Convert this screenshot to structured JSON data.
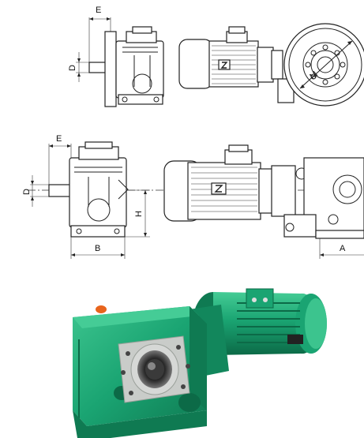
{
  "view1": {
    "dim_E": "E",
    "dim_D": "D",
    "dim_M": "M"
  },
  "view2": {
    "dim_E": "E",
    "dim_D": "D",
    "dim_H": "H",
    "dim_B": "B",
    "dim_A": "A"
  },
  "colors": {
    "housing": "#1aa472",
    "housing_dark": "#0f7a52",
    "housing_light": "#3cc48e",
    "plate": "#c9ccc9",
    "bore": "#2a2a2a",
    "oil_plug": "#e8641c"
  }
}
